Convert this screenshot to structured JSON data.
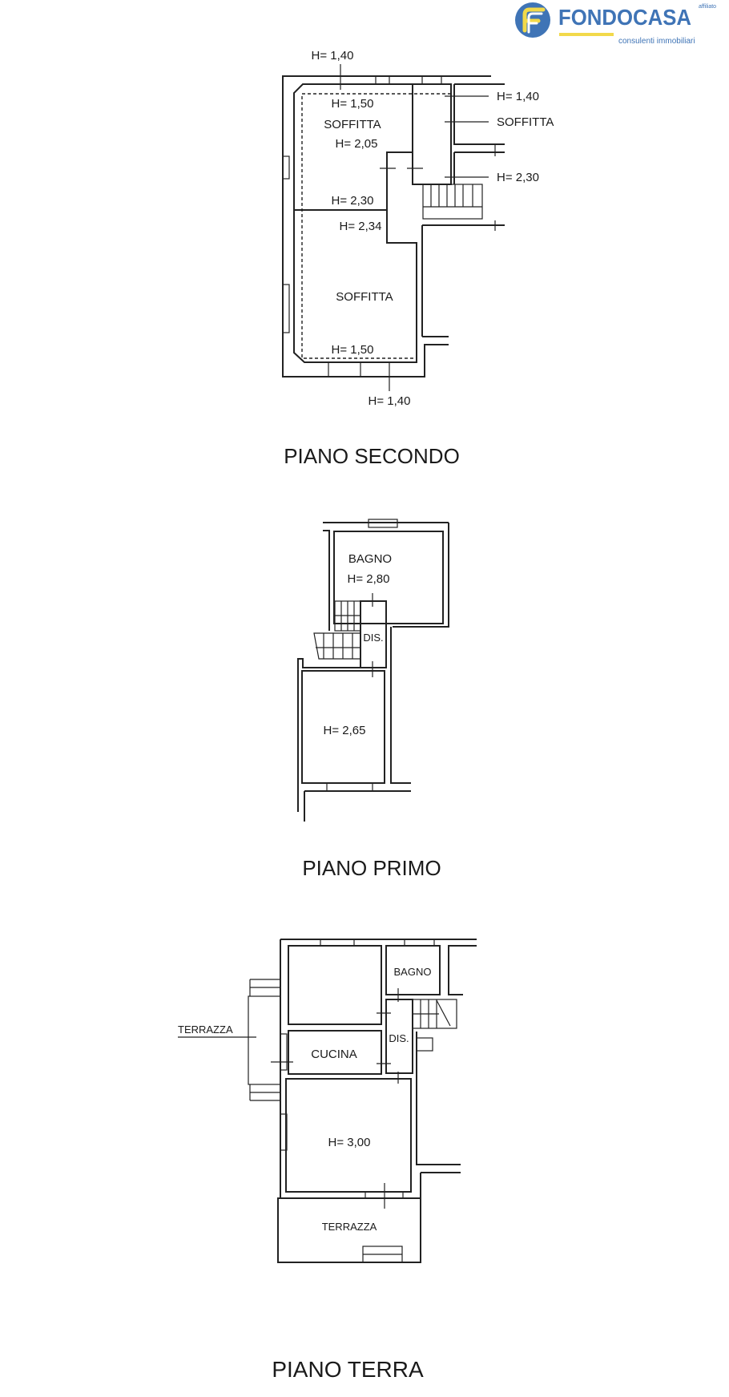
{
  "logo": {
    "brand": "FONDOCASA",
    "tagline": "consulenti immobiliari",
    "affiliate": "affiliato",
    "colors": {
      "blue": "#3f74b6",
      "yellow": "#f2d94a"
    }
  },
  "piano_secondo": {
    "title": "PIANO SECONDO",
    "labels": {
      "h_top": "H= 1,40",
      "h_150_a": "H= 1,50",
      "soffitta_a": "SOFFITTA",
      "h_205": "H= 2,05",
      "h_230_a": "H= 2,30",
      "h_234": "H= 2,34",
      "soffitta_b": "SOFFITTA",
      "h_150_b": "H= 1,50",
      "h_bottom": "H= 1,40",
      "h_right_140": "H= 1,40",
      "soffitta_right": "SOFFITTA",
      "h_right_230": "H= 2,30"
    }
  },
  "piano_primo": {
    "title": "PIANO PRIMO",
    "labels": {
      "bagno": "BAGNO",
      "h_280": "H= 2,80",
      "dis": "DIS.",
      "h_265": "H= 2,65"
    }
  },
  "piano_terra": {
    "title": "PIANO TERRA",
    "labels": {
      "terrazza_left": "TERRAZZA",
      "bagno": "BAGNO",
      "cucina": "CUCINA",
      "dis": "DIS.",
      "h_300": "H= 3,00",
      "terrazza_bottom": "TERRAZZA"
    }
  }
}
